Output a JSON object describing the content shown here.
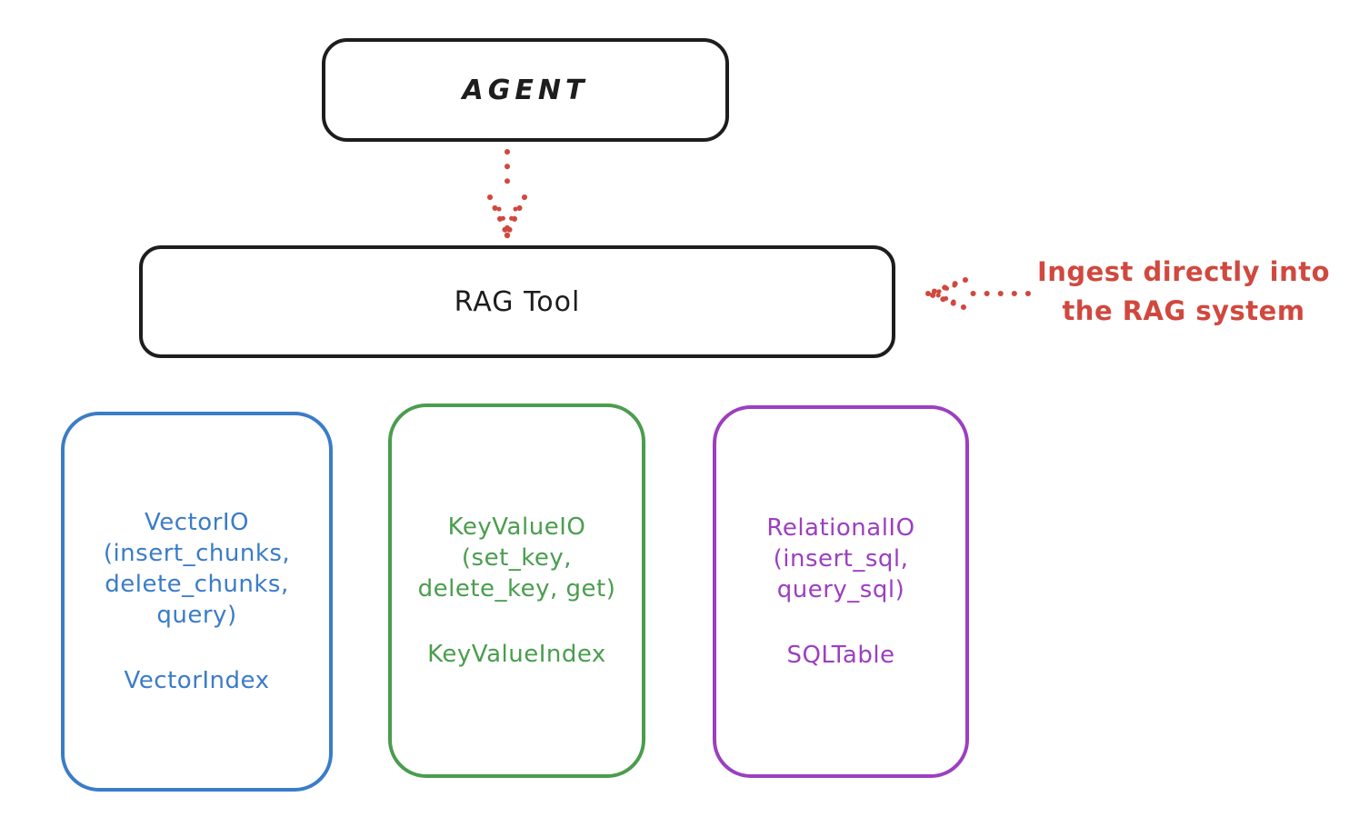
{
  "diagram": {
    "colors": {
      "ink": "#1d1d1d",
      "red": "#d0483e",
      "blue": "#3b7cc8",
      "green": "#4a9d4e",
      "purple": "#9c3fc0",
      "background": "#ffffff"
    },
    "agent_box": {
      "label": "AGENT"
    },
    "rag_tool_box": {
      "label": "RAG Tool"
    },
    "agent_to_rag_arrow": {
      "style": "dotted",
      "direction": "down",
      "color": "#d0483e"
    },
    "ingest_annotation": {
      "text_line1": "Ingest directly into",
      "text_line2": "the RAG system",
      "arrow_style": "dotted",
      "arrow_direction": "left",
      "color": "#d0483e"
    },
    "storage_boxes": [
      {
        "id": "vector-io",
        "color": "#3b7cc8",
        "title": "VectorIO",
        "methods_line1": "(insert_chunks,",
        "methods_line2": "delete_chunks,",
        "methods_line3": "query)",
        "index_label": "VectorIndex"
      },
      {
        "id": "keyvalue-io",
        "color": "#4a9d4e",
        "title": "KeyValueIO",
        "methods_line1": "(set_key,",
        "methods_line2": "delete_key, get)",
        "index_label": "KeyValueIndex"
      },
      {
        "id": "relational-io",
        "color": "#9c3fc0",
        "title": "RelationalIO",
        "methods_line1": "(insert_sql,",
        "methods_line2": "query_sql)",
        "index_label": "SQLTable"
      }
    ]
  }
}
